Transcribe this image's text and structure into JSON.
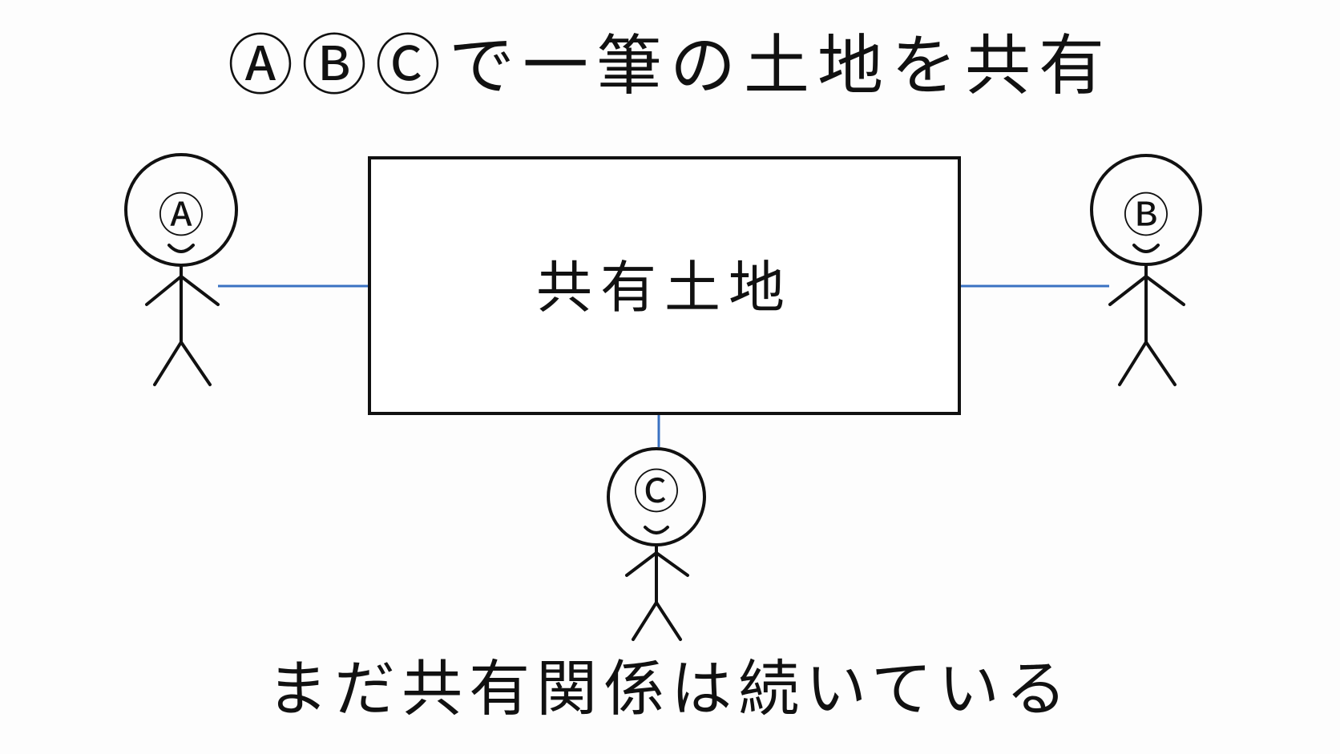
{
  "title": "ⒶⒷⒸで一筆の土地を共有",
  "plot": {
    "label": "共有土地"
  },
  "people": {
    "a": {
      "letter": "Ⓐ"
    },
    "b": {
      "letter": "Ⓑ"
    },
    "c": {
      "letter": "Ⓒ"
    }
  },
  "caption": "まだ共有関係は続いている",
  "colors": {
    "line": "#111111",
    "connector": "#3a72c2",
    "background": "#fdfdfd"
  }
}
